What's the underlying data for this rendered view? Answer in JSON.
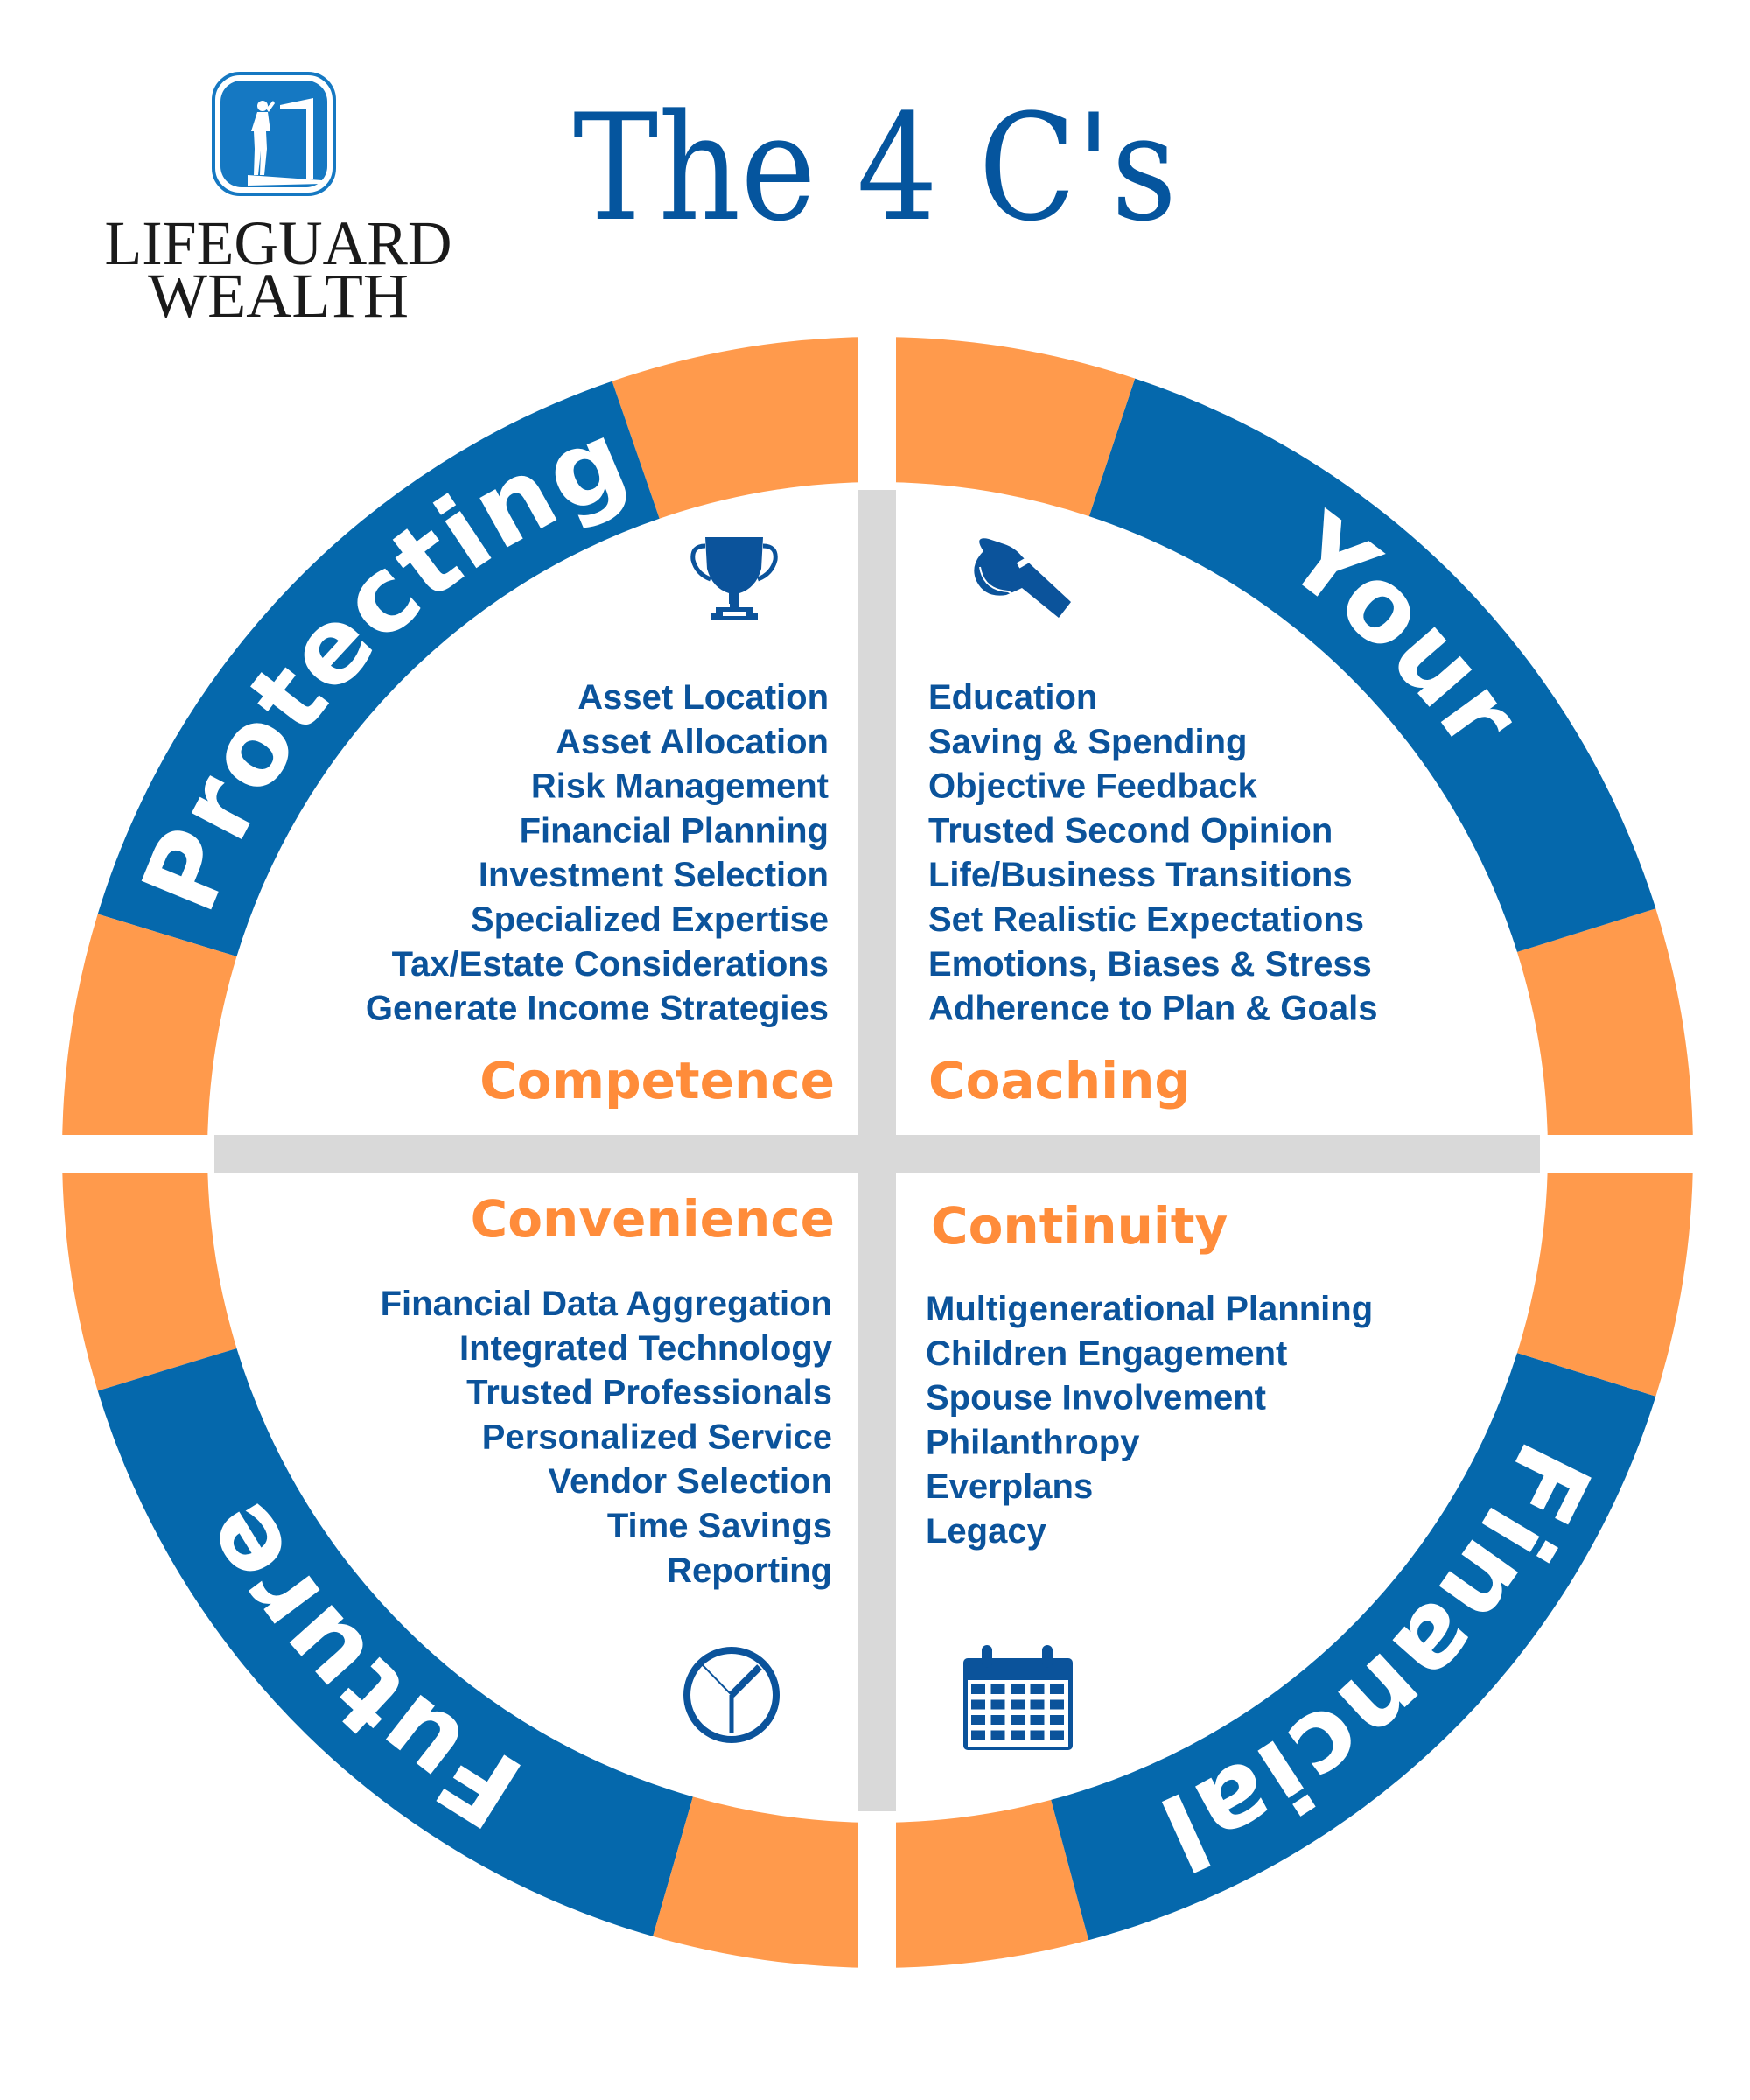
{
  "brand": {
    "logo_icon": "lifeguard-on-stand-icon",
    "name_line1": "LIFEGUARD",
    "name_line2": "WEALTH",
    "color": "#1578C2"
  },
  "title": "The 4 C's",
  "ring": {
    "phrase_words": [
      "Protecting",
      "Your",
      "Financial",
      "Future"
    ],
    "colors": {
      "blue": "#0568AC",
      "orange": "#FF9A4C",
      "divider": "#D9D9D9"
    }
  },
  "quadrants": [
    {
      "id": "competence",
      "heading": "Competence",
      "icon": "trophy-icon",
      "items": [
        "Asset Location",
        "Asset Allocation",
        "Risk Management",
        "Financial Planning",
        "Investment Selection",
        "Specialized Expertise",
        "Tax/Estate Considerations",
        "Generate Income Strategies"
      ]
    },
    {
      "id": "coaching",
      "heading": "Coaching",
      "icon": "whistle-icon",
      "items": [
        "Education",
        "Saving & Spending",
        "Objective Feedback",
        "Trusted Second Opinion",
        "Life/Business Transitions",
        "Set Realistic Expectations",
        "Emotions, Biases & Stress",
        "Adherence to Plan & Goals"
      ]
    },
    {
      "id": "convenience",
      "heading": "Convenience",
      "icon": "clock-icon",
      "items": [
        "Financial Data Aggregation",
        "Integrated Technology",
        "Trusted Professionals",
        "Personalized Service",
        "Vendor Selection",
        "Time Savings",
        "Reporting"
      ]
    },
    {
      "id": "continuity",
      "heading": "Continuity",
      "icon": "calendar-icon",
      "items": [
        "Multigenerational Planning",
        "Children Engagement",
        "Spouse Involvement",
        "Philanthropy",
        "Everplans",
        "Legacy"
      ]
    }
  ],
  "colors": {
    "text_blue": "#0B539B",
    "heading_orange": "#FF8C3A",
    "title_blue": "#05559E"
  }
}
